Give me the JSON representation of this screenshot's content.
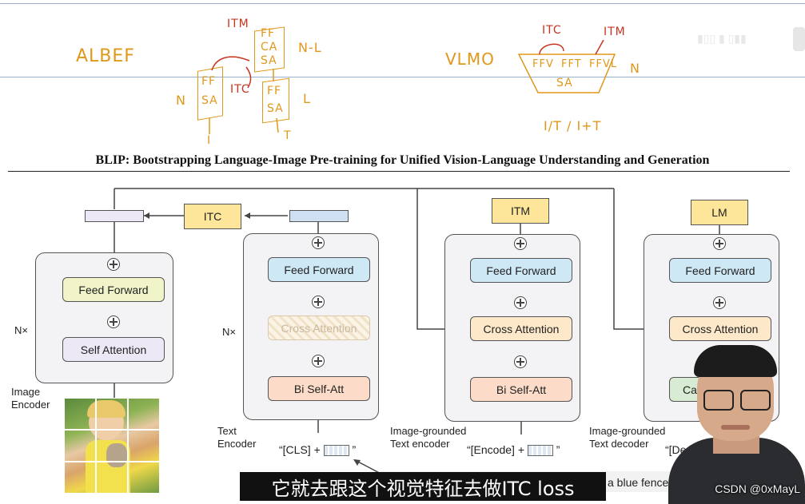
{
  "notes": {
    "albef": "ALBEF",
    "itm_left": "ITM",
    "ff_top": "FF",
    "ca_top": "CA",
    "sa_top": "SA",
    "n_minus_l": "N-L",
    "ff_left": "FF",
    "sa_left": "SA",
    "n_left": "N",
    "itc_mid": "ITC",
    "ff_right": "FF",
    "sa_right": "SA",
    "l_right": "L",
    "i_bottom": "I",
    "t_bottom": "T",
    "vlmo": "VLMO",
    "itc_vlmo": "ITC",
    "itm_vlmo": "ITM",
    "ffv": "FFV",
    "fft": "FFT",
    "ffvl": "FFVL",
    "sa_vlmo": "SA",
    "n_vlmo": "N",
    "inputs_vlmo": "I/T / I+T"
  },
  "paper_title": "BLIP: Bootstrapping Language-Image Pre-training for Unified Vision-Language Understanding and Generation",
  "diagram": {
    "image_encoder": {
      "feed_forward": "Feed Forward",
      "self_attention": "Self Attention",
      "repeat": "N×",
      "label_line1": "Image",
      "label_line2": "Encoder"
    },
    "itc_head": "ITC",
    "text_encoder": {
      "feed_forward": "Feed Forward",
      "cross_attention": "Cross Attention",
      "bi_self_att": "Bi Self-Att",
      "repeat": "N×",
      "label_line1": "Text",
      "label_line2": "Encoder",
      "input": "“[CLS] +",
      "input_close": "”"
    },
    "grounded_encoder": {
      "head": "ITM",
      "feed_forward": "Feed Forward",
      "cross_attention": "Cross Attention",
      "bi_self_att": "Bi Self-Att",
      "label_line1": "Image-grounded",
      "label_line2": "Text encoder",
      "input": "“[Encode] +",
      "input_close": "”"
    },
    "grounded_decoder": {
      "head": "LM",
      "feed_forward": "Feed Forward",
      "cross_attention": "Cross Attention",
      "causal_partial": "Ca",
      "label_line1": "Image-grounded",
      "label_line2": "Text decoder",
      "input": "“[Decod"
    },
    "caption_partial": "a blue fence"
  },
  "subtitle": "它就去跟这个视觉特征去做ITC loss",
  "watermark": "CSDN @0xMayL"
}
